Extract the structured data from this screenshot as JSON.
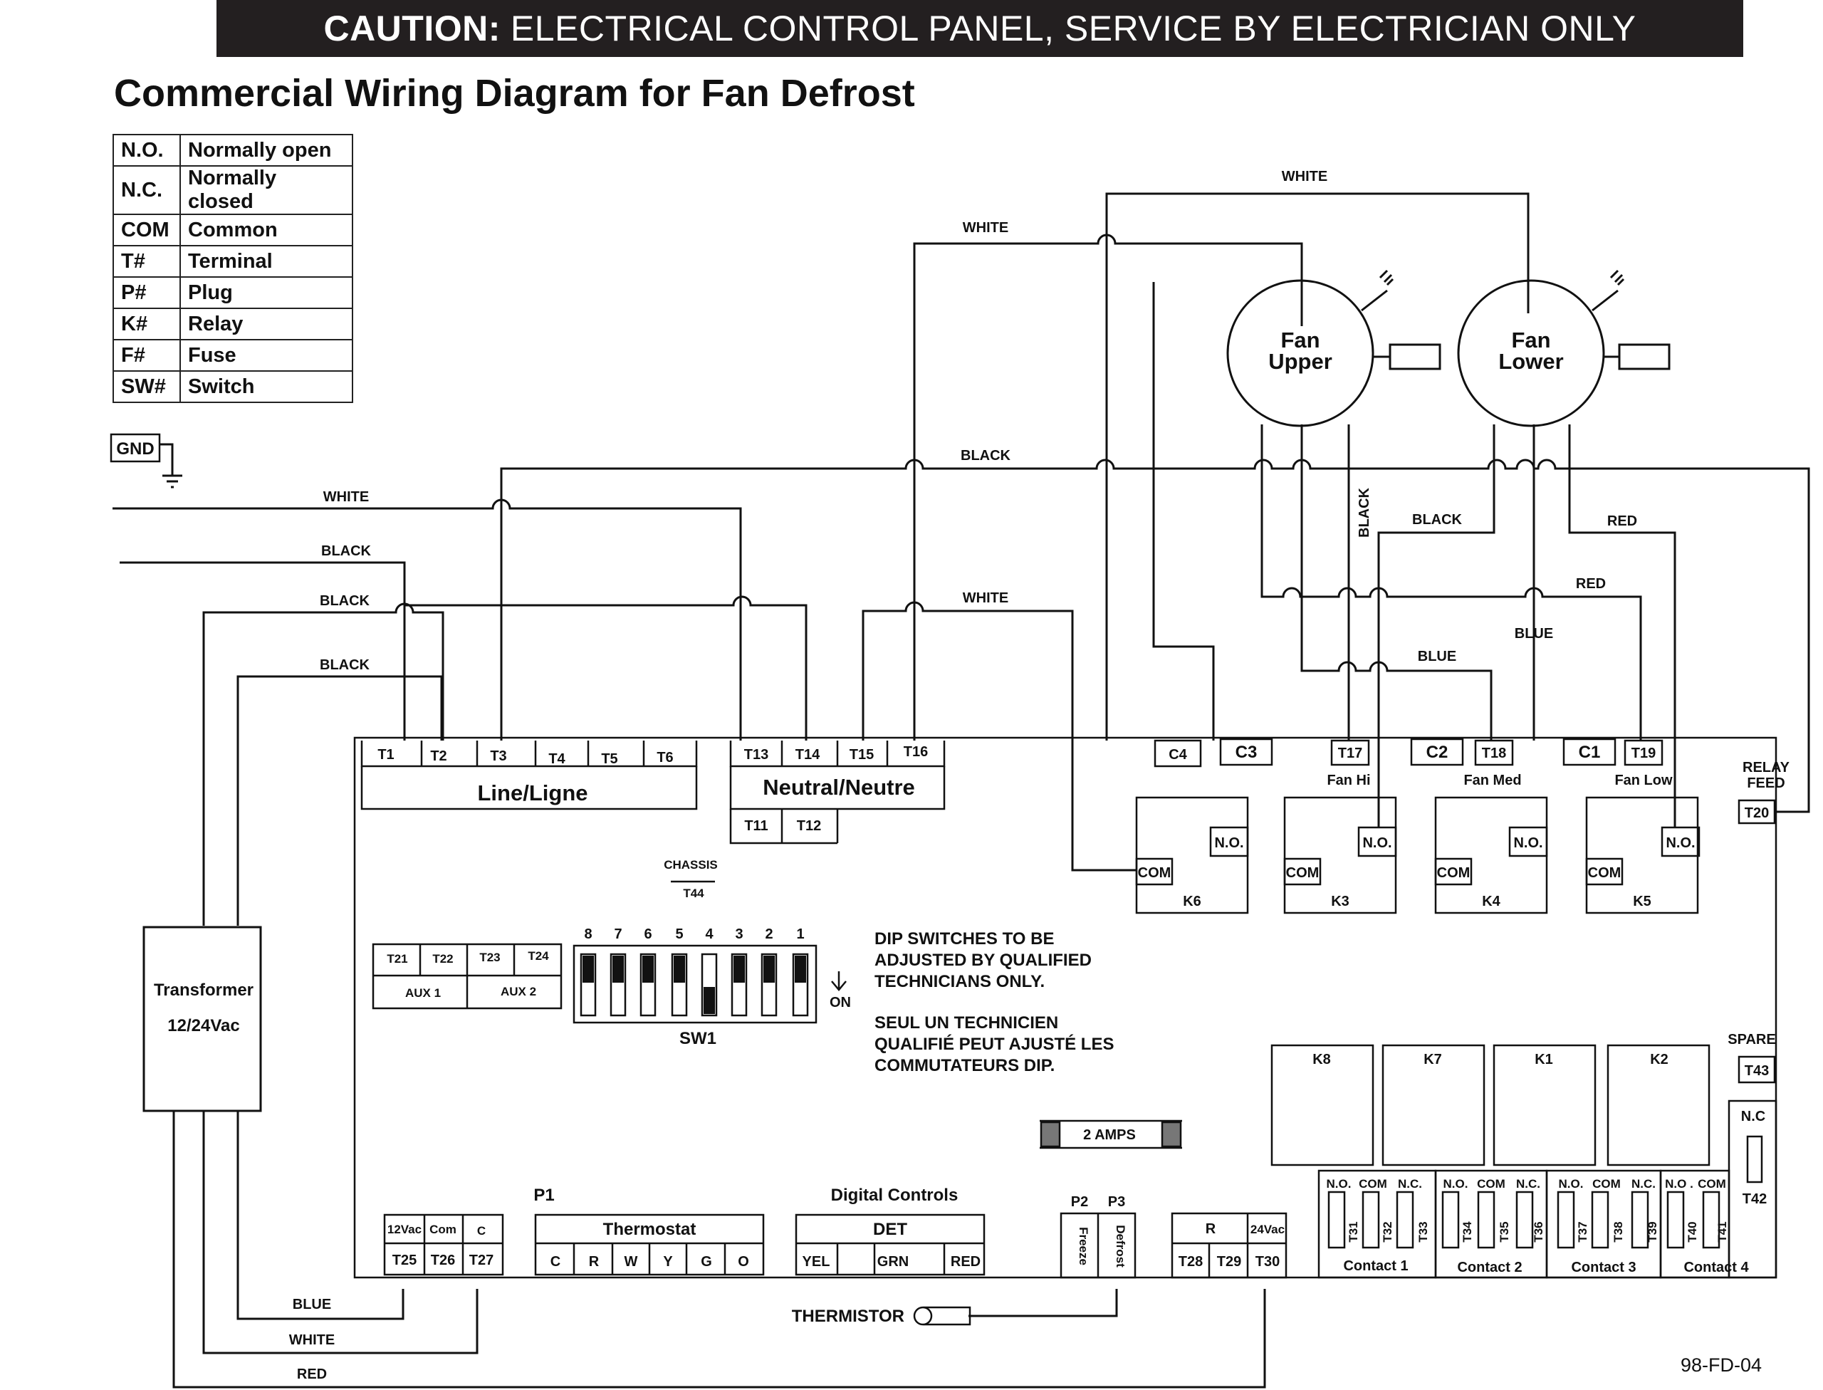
{
  "banner": {
    "caution": "CAUTION:",
    "text": "ELECTRICAL CONTROL PANEL, SERVICE BY ELECTRICIAN ONLY"
  },
  "title": "Commercial Wiring Diagram for Fan Defrost",
  "legend": [
    {
      "abbr": "N.O.",
      "meaning": "Normally open"
    },
    {
      "abbr": "N.C.",
      "meaning": "Normally closed"
    },
    {
      "abbr": "COM",
      "meaning": "Common"
    },
    {
      "abbr": "T#",
      "meaning": "Terminal"
    },
    {
      "abbr": "P#",
      "meaning": "Plug"
    },
    {
      "abbr": "K#",
      "meaning": "Relay"
    },
    {
      "abbr": "F#",
      "meaning": "Fuse"
    },
    {
      "abbr": "SW#",
      "meaning": "Switch"
    }
  ],
  "gnd": "GND",
  "wires": {
    "white": "WHITE",
    "black": "BLACK",
    "blue": "BLUE",
    "red": "RED"
  },
  "fans": {
    "upper": [
      "Fan",
      "Upper"
    ],
    "lower": [
      "Fan",
      "Lower"
    ]
  },
  "transformer": {
    "name": "Transformer",
    "rating": "12/24Vac"
  },
  "line_terminals": [
    "T1",
    "T2",
    "T3",
    "T4",
    "T5",
    "T6"
  ],
  "line_label": "Line/Ligne",
  "neutral_terminals": [
    "T13",
    "T14",
    "T15",
    "T16"
  ],
  "neutral_label": "Neutral/Neutre",
  "neutral_lower": [
    "T11",
    "T12"
  ],
  "chassis": {
    "label": "CHASSIS",
    "terminal": "T44"
  },
  "aux": {
    "terminals": [
      "T21",
      "T22",
      "T23",
      "T24"
    ],
    "labels": [
      "AUX 1",
      "AUX 2"
    ]
  },
  "dip": {
    "numbers": [
      "8",
      "7",
      "6",
      "5",
      "4",
      "3",
      "2",
      "1"
    ],
    "label": "SW1",
    "on": "ON",
    "off_positions": [
      false,
      false,
      false,
      false,
      true,
      false,
      false,
      false
    ]
  },
  "dip_note_en": [
    "DIP SWITCHES TO BE",
    "ADJUSTED BY QUALIFIED",
    "TECHNICIANS ONLY."
  ],
  "dip_note_fr": [
    "SEUL UN TECHNICIEN",
    "QUALIFIÉ PEUT AJUSTÉ LES",
    "COMMUTATEURS DIP."
  ],
  "top_terminals": {
    "c4": "C4",
    "c3": "C3",
    "t17": "T17",
    "c2": "C2",
    "t18": "T18",
    "c1": "C1",
    "t19": "T19"
  },
  "fan_speeds": {
    "hi": "Fan Hi",
    "med": "Fan Med",
    "low": "Fan Low"
  },
  "relay_feed": {
    "line1": "RELAY",
    "line2": "FEED",
    "terminal": "T20"
  },
  "relays": [
    {
      "name": "K6",
      "no": "N.O.",
      "com": "COM"
    },
    {
      "name": "K3",
      "no": "N.O.",
      "com": "COM"
    },
    {
      "name": "K4",
      "no": "N.O.",
      "com": "COM"
    },
    {
      "name": "K5",
      "no": "N.O.",
      "com": "COM"
    }
  ],
  "relay_blocks": [
    "K8",
    "K7",
    "K1",
    "K2"
  ],
  "spare": {
    "label": "SPARE",
    "terminal": "T43"
  },
  "nc_block": {
    "label": "N.C",
    "terminal": "T42"
  },
  "fuse": "2 AMPS",
  "contacts": [
    {
      "heads": [
        "N.O.",
        "COM",
        "N.C."
      ],
      "terms": [
        "T31",
        "T32",
        "T33"
      ],
      "name": "Contact 1"
    },
    {
      "heads": [
        "N.O.",
        "COM",
        "N.C."
      ],
      "terms": [
        "T34",
        "T35",
        "T36"
      ],
      "name": "Contact 2"
    },
    {
      "heads": [
        "N.O.",
        "COM",
        "N.C."
      ],
      "terms": [
        "T37",
        "T38",
        "T39"
      ],
      "name": "Contact 3"
    },
    {
      "heads": [
        "N.O .",
        "COM"
      ],
      "terms": [
        "T40",
        "T41"
      ],
      "name": "Contact 4"
    }
  ],
  "p1": "P1",
  "power_block": {
    "heads": [
      "12Vac",
      "Com",
      "C"
    ],
    "terms": [
      "T25",
      "T26",
      "T27"
    ]
  },
  "thermostat": {
    "label": "Thermostat",
    "terms": [
      "C",
      "R",
      "W",
      "Y",
      "G",
      "O"
    ]
  },
  "digital": {
    "title": "Digital Controls",
    "label": "DET",
    "terms": [
      "YEL",
      "GRN",
      "RED"
    ]
  },
  "plugs": {
    "p2": "P2",
    "p3": "P3",
    "freeze": "Freeze",
    "defrost": "Defrost"
  },
  "r_block": {
    "heads": [
      "R",
      "24Vac"
    ],
    "terms": [
      "T28",
      "T29",
      "T30"
    ]
  },
  "thermistor": "THERMISTOR",
  "doc_id": "98-FD-04"
}
